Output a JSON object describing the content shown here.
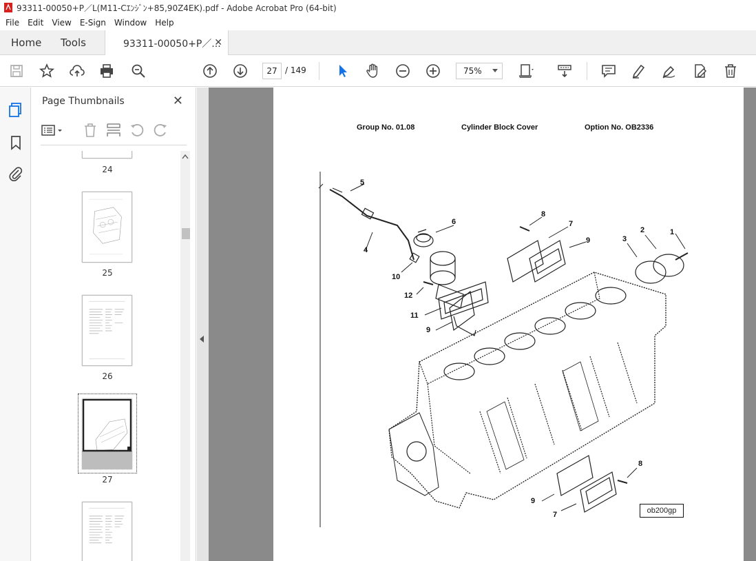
{
  "window": {
    "title": "93311-00050+P／L(M11-Cｴﾝｼﾞﾝ+85,90Z4EK).pdf - Adobe Acrobat Pro (64-bit)"
  },
  "menu": [
    "File",
    "Edit",
    "View",
    "E-Sign",
    "Window",
    "Help"
  ],
  "tabs": {
    "home": "Home",
    "tools": "Tools",
    "document": "93311-00050+P／..."
  },
  "toolbar": {
    "current_page": "27",
    "total_pages": "/ 149",
    "zoom": "75%"
  },
  "panel": {
    "title": "Page Thumbnails"
  },
  "thumbnails": [
    {
      "label": "24"
    },
    {
      "label": "25"
    },
    {
      "label": "26"
    },
    {
      "label": "27"
    },
    {
      "label": ""
    }
  ],
  "document": {
    "group": "Group No. 01.08",
    "title": "Cylinder Block Cover",
    "option": "Option No. OB2336",
    "figure_id": "ob200gp",
    "callouts": [
      "5",
      "6",
      "8",
      "7",
      "9",
      "2",
      "1",
      "3",
      "4",
      "10",
      "12",
      "11",
      "9",
      "8",
      "9",
      "7"
    ]
  },
  "colors": {
    "accent": "#1473e6",
    "viewer_bg": "#8a8a8a",
    "pdf_red": "#d6201d"
  }
}
